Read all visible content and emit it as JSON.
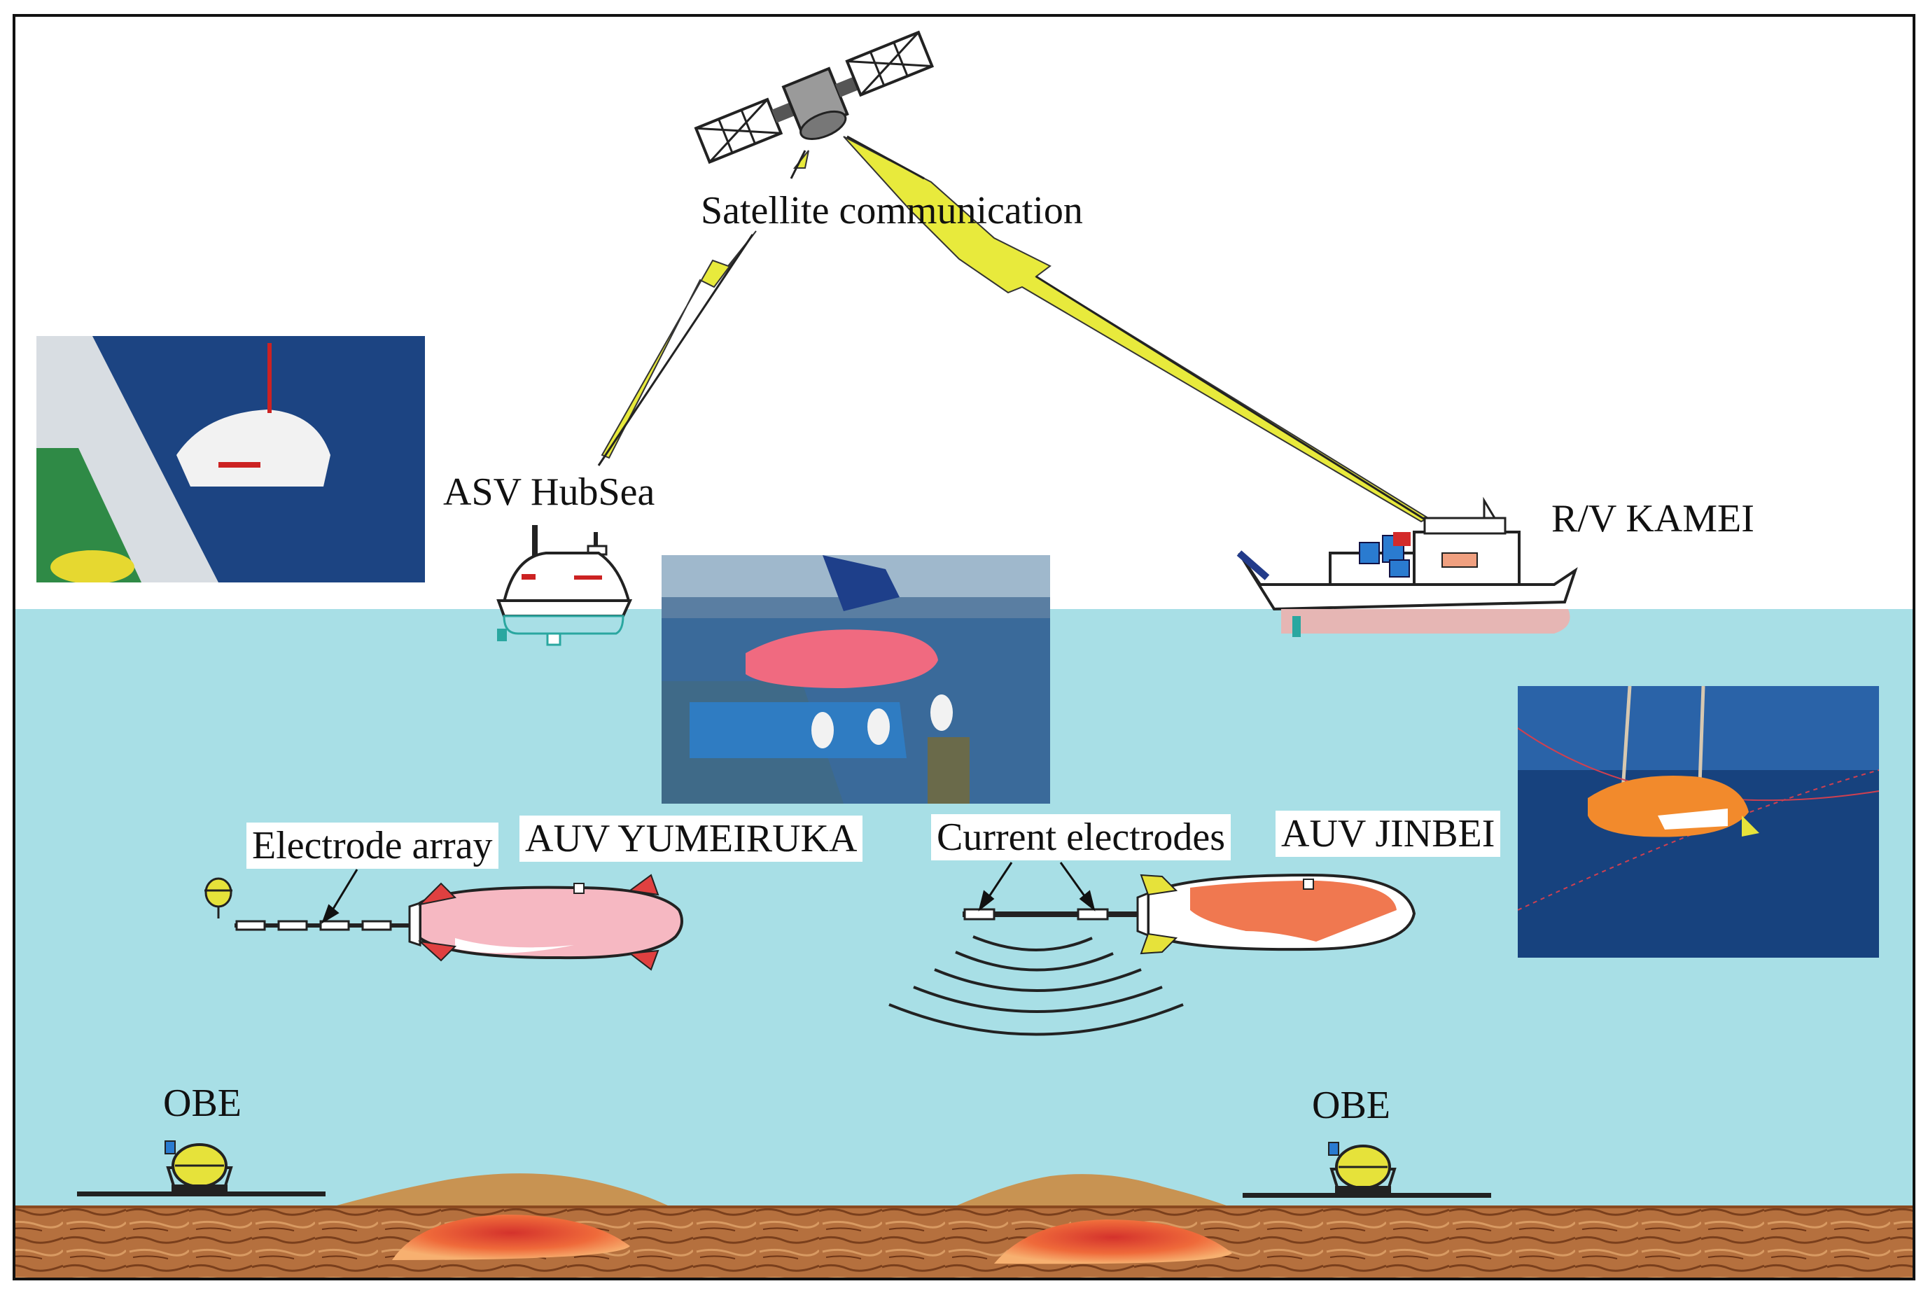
{
  "labels": {
    "satellite": "Satellite communication",
    "asv": "ASV HubSea",
    "ship": "R/V KAMEI",
    "electrode_array": "Electrode array",
    "auv_yumeiruka": "AUV YUMEIRUKA",
    "current_electrodes": "Current electrodes",
    "auv_jinbei": "AUV JINBEI",
    "obe_left": "OBE",
    "obe_right": "OBE"
  },
  "colors": {
    "sky": "#ffffff",
    "sea": "#a8dfe6",
    "seabed": "#b06a3a",
    "signal": "#e8ea3c",
    "yumeiruka": "#f6b8c2",
    "jinbei": "#f07850",
    "obe": "#e6e23a"
  },
  "icons": [
    "satellite-icon",
    "lightning-bolt-icon",
    "asv-icon",
    "ship-icon",
    "auv-icon",
    "obe-icon",
    "arrow-icon"
  ]
}
